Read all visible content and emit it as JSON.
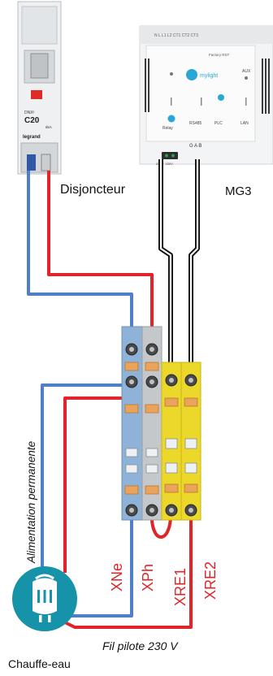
{
  "labels": {
    "breaker": "Disjoncteur",
    "module": "MG3",
    "permanent_supply": "Alimentation permanente",
    "pilot_wire": "Fil pilote 230 V",
    "water_heater": "Chauffe-eau",
    "terminal_xne": "XNe",
    "terminal_xph": "XPh",
    "terminal_xre1": "XRE1",
    "terminal_xre2": "XRE2"
  },
  "breaker_face": {
    "rating": "C20",
    "brand": "legrand",
    "model": "DNX³",
    "breaking": "6kA"
  },
  "module_face": {
    "brand": "mylight",
    "top_terminals": "N  L  L1 L2      CT1  CT2  CT3",
    "factory_rst": "Factory RST",
    "aux": "AUX",
    "relay": "Relay",
    "rs485": "RS485",
    "plc": "PLC",
    "lan": "LAN",
    "bottom_terminals": "G  A  B",
    "power": "20A ~ 230V"
  },
  "colors": {
    "neutral_wire": "#4f7fc9",
    "phase_wire": "#e0242a",
    "relay_wire": "#111111",
    "terminal_blue": "#8fb3d8",
    "terminal_grey": "#c4c8cb",
    "terminal_yellow": "#ecd82a",
    "heater_icon": "#1693a8"
  }
}
